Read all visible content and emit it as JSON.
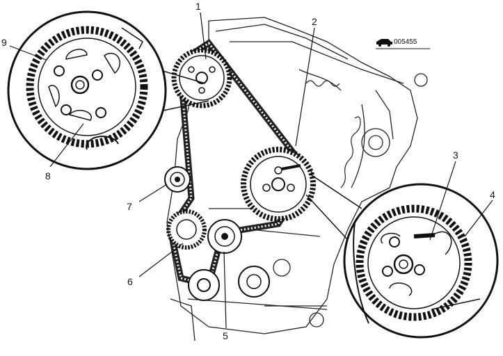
{
  "figure": {
    "reference_code": "005455",
    "callouts": [
      {
        "id": "1",
        "label": "1"
      },
      {
        "id": "2",
        "label": "2"
      },
      {
        "id": "3",
        "label": "3"
      },
      {
        "id": "4",
        "label": "4"
      },
      {
        "id": "5",
        "label": "5"
      },
      {
        "id": "6",
        "label": "6"
      },
      {
        "id": "7",
        "label": "7"
      },
      {
        "id": "8",
        "label": "8"
      },
      {
        "id": "9",
        "label": "9"
      }
    ]
  }
}
